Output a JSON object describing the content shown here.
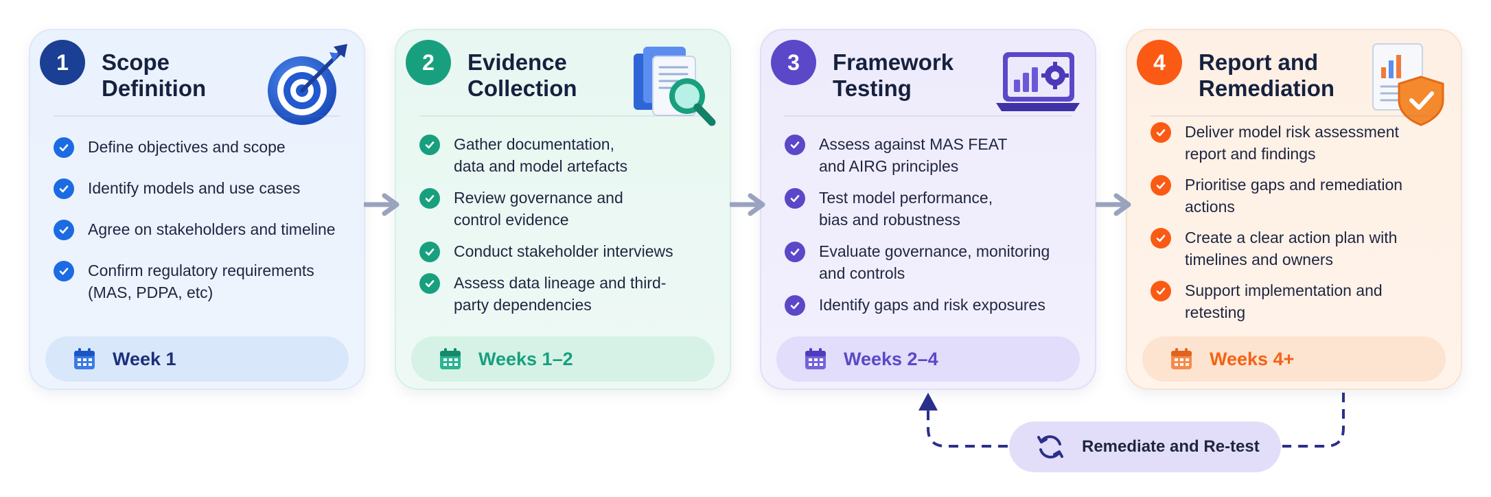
{
  "stages": [
    {
      "number": "1",
      "title_line1": "Scope",
      "title_line2": "Definition",
      "items": [
        [
          "Define objectives and scope"
        ],
        [
          "Identify models and use cases"
        ],
        [
          "Agree on stakeholders and timeline"
        ],
        [
          "Confirm regulatory requirements",
          "(MAS, PDPA, etc)"
        ]
      ],
      "timeline": "Week 1",
      "accent": "#1b3f94",
      "illustration": "target-icon"
    },
    {
      "number": "2",
      "title_line1": "Evidence",
      "title_line2": "Collection",
      "items": [
        [
          "Gather documentation,",
          "data and model artefacts"
        ],
        [
          "Review governance and",
          "control evidence"
        ],
        [
          "Conduct stakeholder interviews"
        ],
        [
          "Assess data lineage and third-",
          "party dependencies"
        ]
      ],
      "timeline": "Weeks 1–2",
      "accent": "#18a07e",
      "illustration": "documents-magnifier-icon"
    },
    {
      "number": "3",
      "title_line1": "Framework",
      "title_line2": "Testing",
      "items": [
        [
          "Assess against MAS FEAT",
          "and AIRG principles"
        ],
        [
          "Test model performance,",
          "bias and robustness"
        ],
        [
          "Evaluate governance, monitoring",
          "and controls"
        ],
        [
          "Identify gaps and risk exposures"
        ]
      ],
      "timeline": "Weeks 2–4",
      "accent": "#5a48c8",
      "illustration": "laptop-chart-gear-icon"
    },
    {
      "number": "4",
      "title_line1": "Report and",
      "title_line2": "Remediation",
      "items": [
        [
          "Deliver model risk assessment",
          "report and findings"
        ],
        [
          "Prioritise gaps and remediation",
          "actions"
        ],
        [
          "Create a clear action plan with",
          "timelines and owners"
        ],
        [
          "Support implementation and",
          "retesting"
        ]
      ],
      "timeline": "Weeks 4+",
      "accent": "#fb5a14",
      "illustration": "report-shield-icon"
    }
  ],
  "loop": {
    "label": "Remediate and Re-test",
    "icon": "refresh-icon",
    "color": "#2b2f8a"
  }
}
